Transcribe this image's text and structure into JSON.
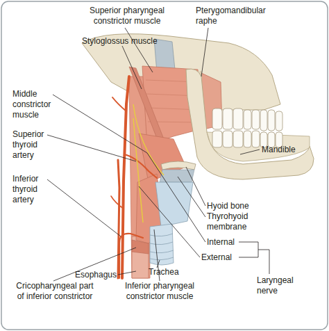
{
  "diagram": {
    "labels": [
      "Superior pharyngeal constrictor muscle",
      "Pterygomandibular raphe",
      "Styloglossus muscle",
      "Middle constrictor muscle",
      "Superior thyroid artery",
      "Inferior thyroid artery",
      "Mandible",
      "Hyoid bone",
      "Thyrohyoid membrane",
      "Internal",
      "External",
      "Laryngeal nerve",
      "Trachea",
      "Cricopharyngeal part of inferior constrictor",
      "Inferior pharyngeal constrictor muscle",
      "Esophagus"
    ]
  }
}
